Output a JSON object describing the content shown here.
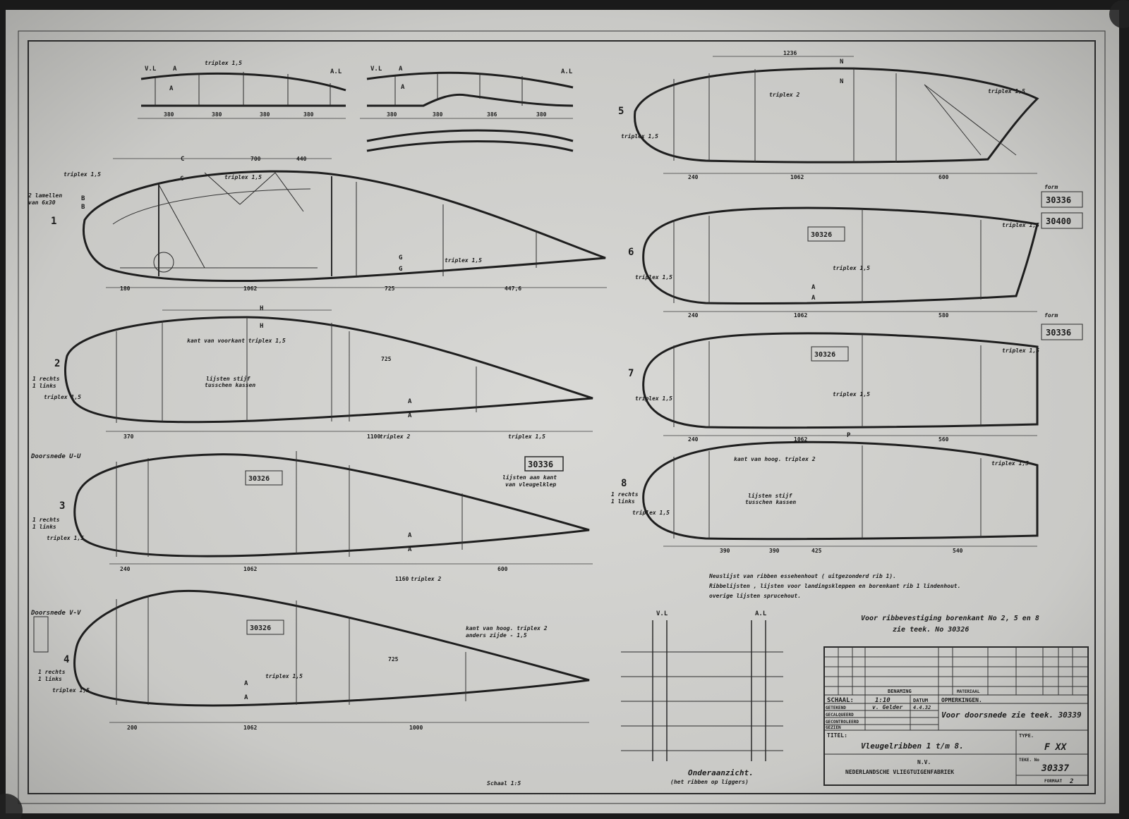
{
  "sheet": {
    "title_drawing": "Vleugelribben  1 t/m 8.",
    "type": "F XX",
    "number": "30337",
    "company_line1": "N.V.",
    "company_line2": "NEDERLANDSCHE VLIEGTUIGENFABRIEK",
    "format_label": "FORMAAT",
    "format_value": "2"
  },
  "title_block": {
    "schaal_label": "SCHAAL:",
    "schaal_value": "1:10",
    "datum_label": "DATUM",
    "opmerkingen_label": "OPMERKINGEN.",
    "getekend_label": "GETEKEND",
    "getekend_value": "v. Gelder",
    "getekend_datum": "4.4.32",
    "gecalqueerd_label": "GECALQUEERD",
    "gecontroleerd_label": "GECONTROLEERD",
    "gezien_label": "GEZIEN",
    "titel_label": "TITEL:",
    "type_label": "TYPE.",
    "tekno_label": "TEKE. No",
    "benaming_label": "BENAMING",
    "materiaal_label": "MATERIAAL",
    "opmerking": "Voor doorsnede zie teek. 30339"
  },
  "notes": {
    "line1": "Neuslijst van ribben essehenhout ( uitgezonderd rib 1).",
    "line2": "Ribbelijsten , lijsten voor landingskleppen en borenkant rib 1 lindenhout.",
    "line3": "overige lijsten sprucehout.",
    "ribvest1": "Voor ribbevestiging borenkant No 2, 5 en 8",
    "ribvest2": "zie teek. No 30326",
    "onderaanzicht": "Onderaanzicht.",
    "onderaanzicht_sub": "(het ribben op liggers)",
    "schaal_note": "Schaal 1:5",
    "doorsnede_vv": "Doorsnede V-V",
    "doorsnede_uu": "Doorsnede U-U"
  },
  "ribs": [
    {
      "num": "1"
    },
    {
      "num": "2"
    },
    {
      "num": "3"
    },
    {
      "num": "4"
    },
    {
      "num": "5"
    },
    {
      "num": "6"
    },
    {
      "num": "7"
    },
    {
      "num": "8"
    }
  ],
  "refs": {
    "r30336a": "30336",
    "r30400": "30400",
    "r30336b": "30336",
    "r30336c": "30336",
    "r30326a": "30326",
    "r30326b": "30326",
    "r30326c": "30326",
    "r30326d": "30326",
    "form": "form"
  },
  "labels": {
    "triplex": "triplex 1,5",
    "vl": "V.L",
    "al": "A.L",
    "rechts_links": "1 rechts / 1 links",
    "lijsten_kant": "lijsten aan kant van vleugelklep"
  }
}
